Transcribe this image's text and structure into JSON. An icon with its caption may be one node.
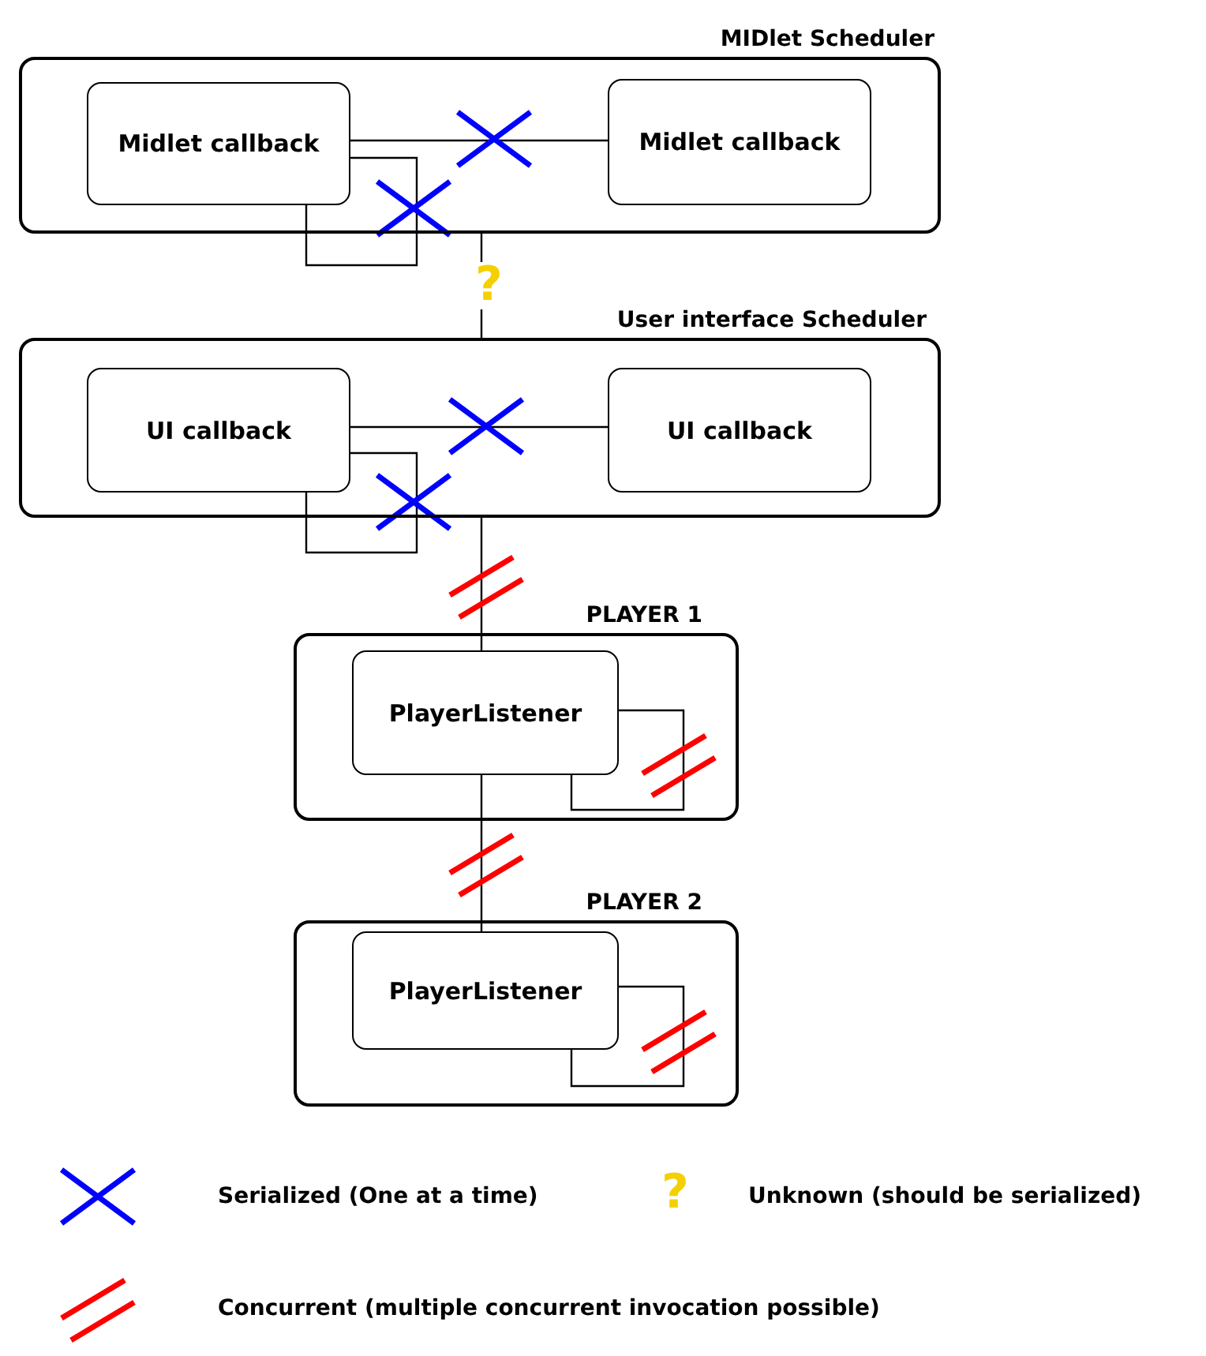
{
  "diagram": {
    "nodes": [
      {
        "text": [
          "MIDlet Scheduler"
        ]
      },
      {
        "text": [
          "Midlet callback"
        ],
        "in": 0
      },
      {
        "text": [
          "Midlet callback"
        ],
        "in": 0
      },
      {
        "text": [
          "User interface Scheduler"
        ]
      },
      {
        "text": [
          "UI callback"
        ],
        "in": 3
      },
      {
        "text": [
          "UI callback"
        ],
        "in": 3
      },
      {
        "text": [
          "PLAYER 1"
        ]
      },
      {
        "text": [
          "PlayerListener"
        ],
        "in": 6
      },
      {
        "text": [
          "PLAYER 2"
        ]
      },
      {
        "text": [
          "PlayerListener"
        ],
        "in": 8
      }
    ],
    "edges": [
      {
        "from": 1,
        "to": 2,
        "arrow": "none"
      },
      {
        "from": 1,
        "to": 1,
        "arrow": "none"
      },
      {
        "from": 0,
        "to": 3,
        "arrow": "none",
        "label": "?"
      },
      {
        "from": 4,
        "to": 5,
        "arrow": "none"
      },
      {
        "from": 4,
        "to": 4,
        "arrow": "none"
      },
      {
        "from": 3,
        "to": 7,
        "arrow": "none"
      },
      {
        "from": 7,
        "to": 7,
        "arrow": "none"
      },
      {
        "from": 7,
        "to": 9,
        "arrow": "none"
      },
      {
        "from": 9,
        "to": 9,
        "arrow": "none"
      }
    ],
    "labels": [
      "?"
    ],
    "legend": [
      {
        "text": "Serialized (One at a time)"
      },
      {
        "text": "Unknown (should be serialized)"
      },
      {
        "text": "Concurrent (multiple concurrent invocation possible)"
      }
    ]
  }
}
